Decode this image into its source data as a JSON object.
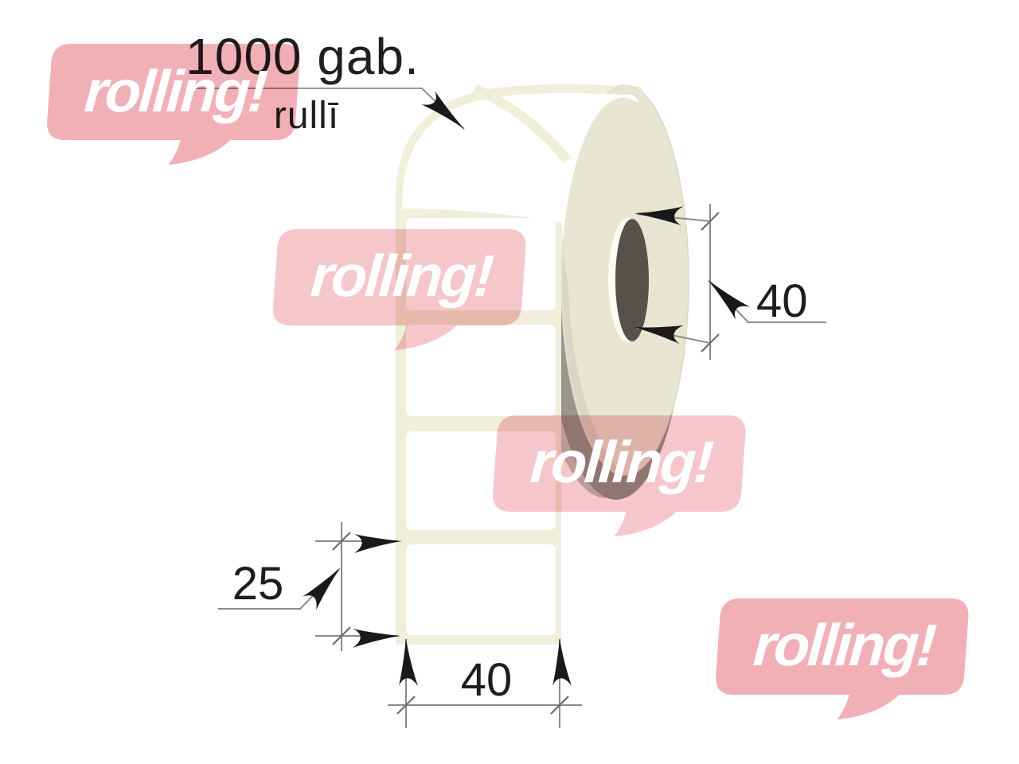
{
  "diagram": {
    "annotation": {
      "quantity": "1000 gab.",
      "unit": "rullī"
    },
    "dimensions": {
      "core_diameter_mm": "40",
      "label_height_mm": "25",
      "label_width_mm": "40"
    },
    "watermark": {
      "text": "rolling!"
    },
    "colors": {
      "background": "#ffffff",
      "roll_face": "#e8e5d3",
      "roll_face_edge": "#dbd8c5",
      "core": "#56524b",
      "core_highlight": "#fcfbf2",
      "liner": "#f1efdb",
      "label": "#ffffff",
      "shadow_light": "#c7c6c1",
      "shadow_dark": "#97968f",
      "watermark_pink_strong": "#f1b0b6",
      "watermark_pink_soft": "#f5c6ca",
      "dimension_line": "#8a8a8a",
      "text": "#1d1d1d"
    }
  }
}
